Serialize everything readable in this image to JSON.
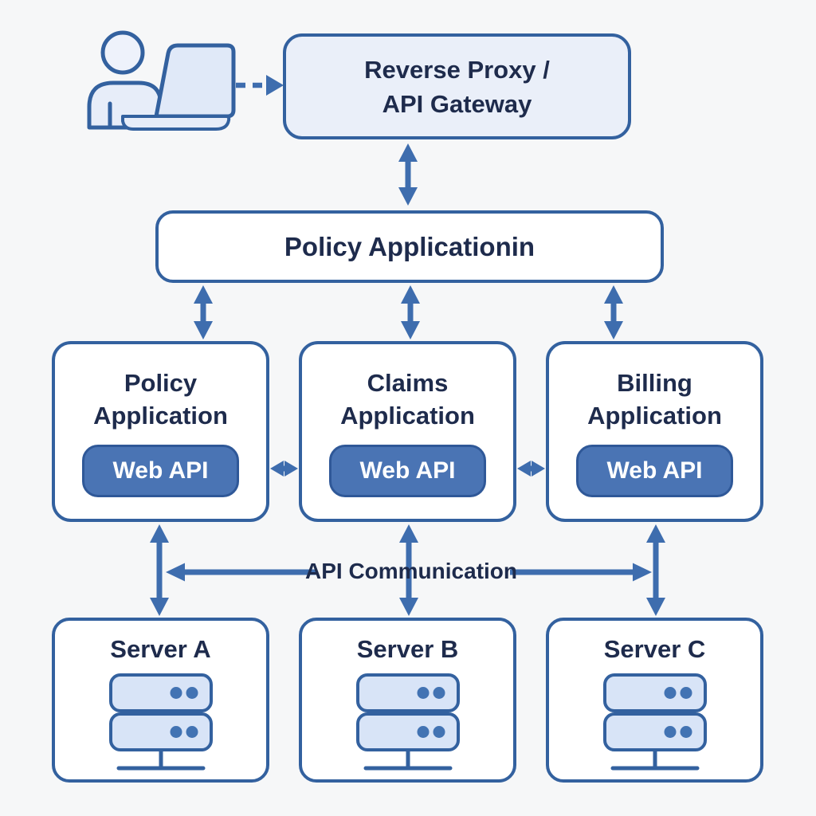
{
  "colors": {
    "background": "#f6f7f8",
    "border_blue": "#33619f",
    "arrow_blue": "#3e6dae",
    "gateway_fill": "#eaeff9",
    "node_fill": "#ffffff",
    "rack_fill": "#d8e4f7",
    "pill_fill": "#4a74b4",
    "text_dark": "#1e2b4c",
    "pill_text": "#ffffff"
  },
  "icons": {
    "user": "user-laptop-icon",
    "server": "server-rack-icon",
    "vertical_arrow": "double-arrow-vertical-icon",
    "horizontal_arrow": "double-arrow-horizontal-icon",
    "dashed_arrow": "dashed-arrow-icon"
  },
  "nodes": {
    "gateway": {
      "line1": "Reverse Proxy /",
      "line2": "API Gateway"
    },
    "orchestrator": {
      "label": "Policy Applicationin"
    },
    "apps": [
      {
        "line1": "Policy",
        "line2": "Application",
        "api": "Web API"
      },
      {
        "line1": "Claims",
        "line2": "Application",
        "api": "Web API"
      },
      {
        "line1": "Billing",
        "line2": "Application",
        "api": "Web API"
      }
    ],
    "servers": [
      {
        "label": "Server A"
      },
      {
        "label": "Server B"
      },
      {
        "label": "Server C"
      }
    ]
  },
  "labels": {
    "api_communication": "API Communication"
  }
}
